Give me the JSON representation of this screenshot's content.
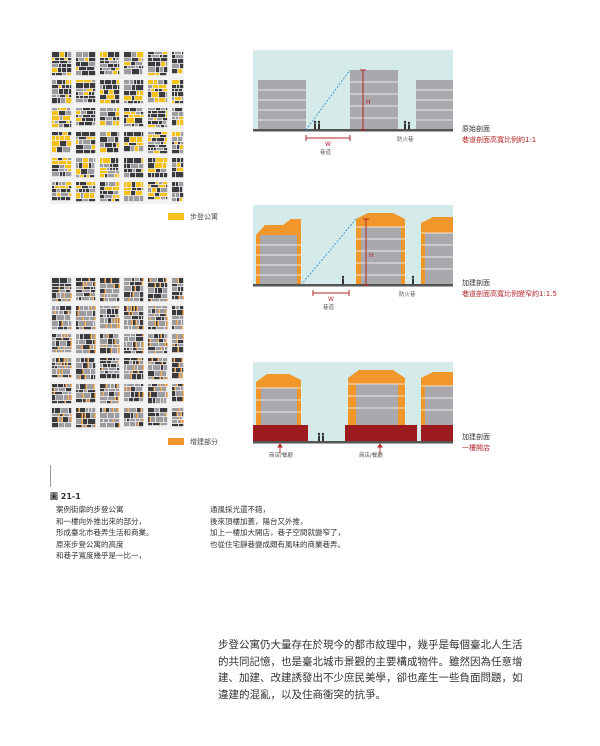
{
  "colors": {
    "walkup_yellow": "#f5c21b",
    "extension_orange": "#f0962b",
    "shop_red": "#9b1b1e",
    "sky": "#d4ebe9",
    "building_gray": "#a9a9ad",
    "dimension_red": "#b3262a"
  },
  "legend": {
    "walkup": "步登公寓",
    "extension": "增建部分"
  },
  "sections": {
    "original": {
      "title": "原始剖面",
      "note": "巷道剖面高寬比例約1:1",
      "label_w": "W",
      "label_h": "H",
      "label_alley": "巷道",
      "label_fire": "防火巷"
    },
    "added": {
      "title": "加建剖面",
      "note": "巷道剖面高寬比例變窄約1:1.5",
      "label_w": "W",
      "label_h": "H",
      "label_alley": "巷道",
      "label_fire": "防火巷"
    },
    "openshop": {
      "title": "加建剖面",
      "note": "一樓開店",
      "label_shop_left": "商店/餐廳",
      "label_shop_right": "商店/餐廳"
    }
  },
  "caption": {
    "figure": "圖 21-1",
    "col1": [
      "案例街廓的步登公寓",
      "和一樓向外推出來的部分，",
      "形成臺北市巷弄生活和商業。",
      "原來步登公寓的高度",
      "和巷子寬度幾乎是一比一，"
    ],
    "col2": [
      "通風採光還不錯，",
      "後來頂樓加蓋，陽台又外推，",
      "加上一樓加大開店，巷子空間就變窄了，",
      "也從住宅靜巷變成頗有風味的商業巷弄。"
    ]
  },
  "body_text": [
    "步登公寓仍大量存在於現今的都市紋理中，幾乎是每個臺北人生活",
    "的共同記憶，也是臺北城市景觀的主要構成物件。雖然因為任意增",
    "建、加建、改建誘發出不少庶民美學，卻也產生一些負面問題，如",
    "違建的混亂，以及住商衝突的抗爭。"
  ]
}
